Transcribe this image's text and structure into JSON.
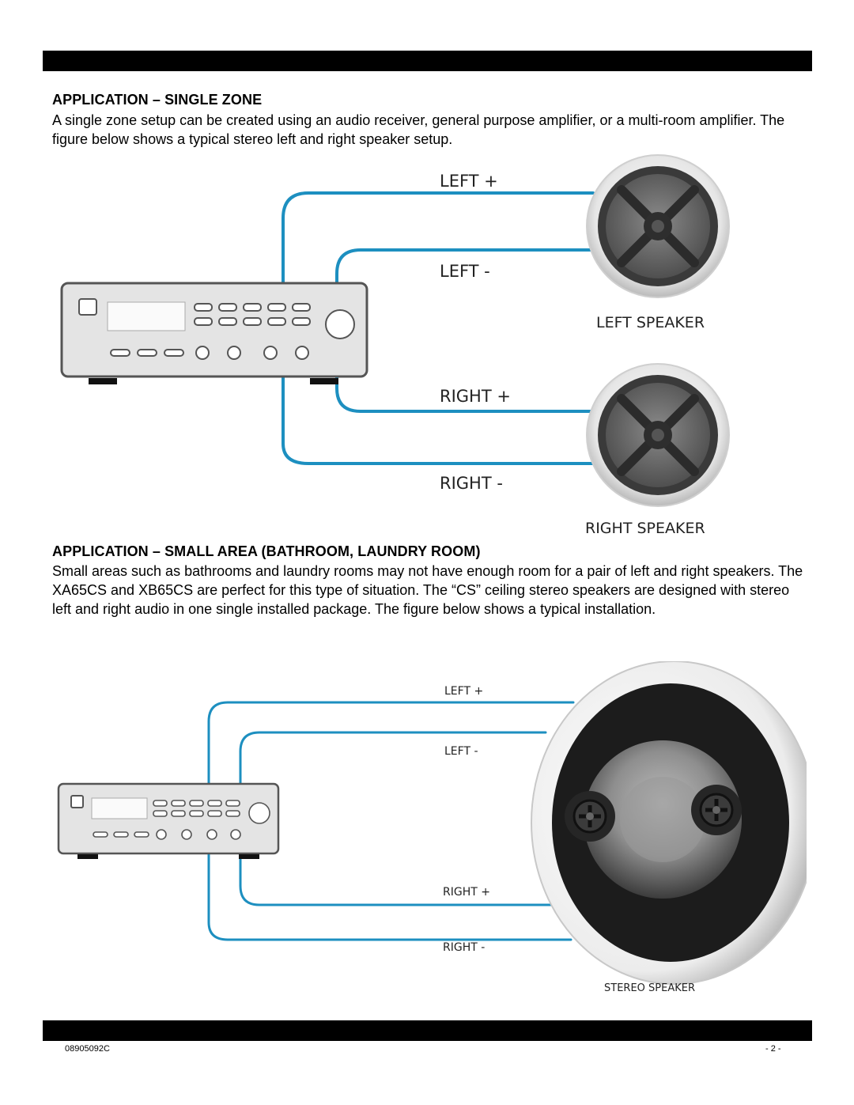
{
  "section1": {
    "heading": "APPLICATION – SINGLE ZONE",
    "body": "A single zone setup can be created using an audio receiver, general purpose amplifier, or a multi-room amplifier. The figure below shows a typical stereo left and right speaker setup."
  },
  "figure1": {
    "left_plus": "LEFT +",
    "left_minus": "LEFT -",
    "left_speaker": "LEFT SPEAKER",
    "right_plus": "RIGHT +",
    "right_minus": "RIGHT -",
    "right_speaker": "RIGHT SPEAKER"
  },
  "section2": {
    "heading": "APPLICATION – SMALL AREA (BATHROOM, LAUNDRY ROOM)",
    "body": "Small areas such as bathrooms and laundry rooms may not have enough room for a pair of left and right speakers. The XA65CS and XB65CS are perfect for this type of situation. The “CS” ceiling stereo speakers are designed with stereo left and right audio in one single installed package. The figure below shows a typical installation."
  },
  "figure2": {
    "left_plus": "LEFT +",
    "left_minus": "LEFT -",
    "right_plus": "RIGHT +",
    "right_minus": "RIGHT -",
    "stereo_speaker": "STEREO SPEAKER"
  },
  "footer": {
    "doc_number": "08905092C",
    "page": "- 2 -"
  },
  "colors": {
    "wire": "#1d8fc0",
    "bar": "#000000"
  }
}
